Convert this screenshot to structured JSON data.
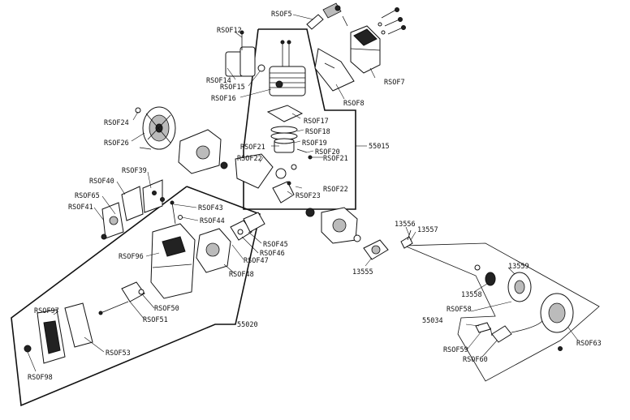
{
  "labels": {
    "RSOF5": "RSOF5",
    "RSOF12": "RSOF12",
    "RSOF7": "RSOF7",
    "RSOF8": "RSOF8",
    "RSOF14": "RSOF14",
    "RSOF15": "RSOF15",
    "RSOF16": "RSOF16",
    "RSOF17": "RSOF17",
    "RSOF18": "RSOF18",
    "RSOF19": "RSOF19",
    "RSOF20": "RSOF20",
    "RSOF21a": "RSOF21",
    "RSOF21b": "RSOF21",
    "RSOF22a": "RSOF22",
    "RSOF22b": "RSOF22",
    "RSOF23": "RSOF23",
    "RSOF24": "RSOF24",
    "RSOF26": "RSOF26",
    "RSOF39": "RSOF39",
    "RSOF40": "RSOF40",
    "RSOF41": "RSOF41",
    "RSOF43": "RSOF43",
    "RSOF44": "RSOF44",
    "RSOF45": "RSOF45",
    "RSOF46": "RSOF46",
    "RSOF47": "RSOF47",
    "RSOF48": "RSOF48",
    "RSOF50": "RSOF50",
    "RSOF51": "RSOF51",
    "RSOF53": "RSOF53",
    "RSOF58": "RSOF58",
    "RSOF59": "RSOF59",
    "RSOF60": "RSOF60",
    "RSOF63": "RSOF63",
    "RSOF65": "RSOF65",
    "RSOF96": "RSOF96",
    "RSOF97": "RSOF97",
    "RSOF98": "RSOF98",
    "n55015": "55015",
    "n55020": "55020",
    "n55034": "55034",
    "n13555": "13555",
    "n13556": "13556",
    "n13557": "13557",
    "n13558": "13558",
    "n13559": "13559"
  }
}
